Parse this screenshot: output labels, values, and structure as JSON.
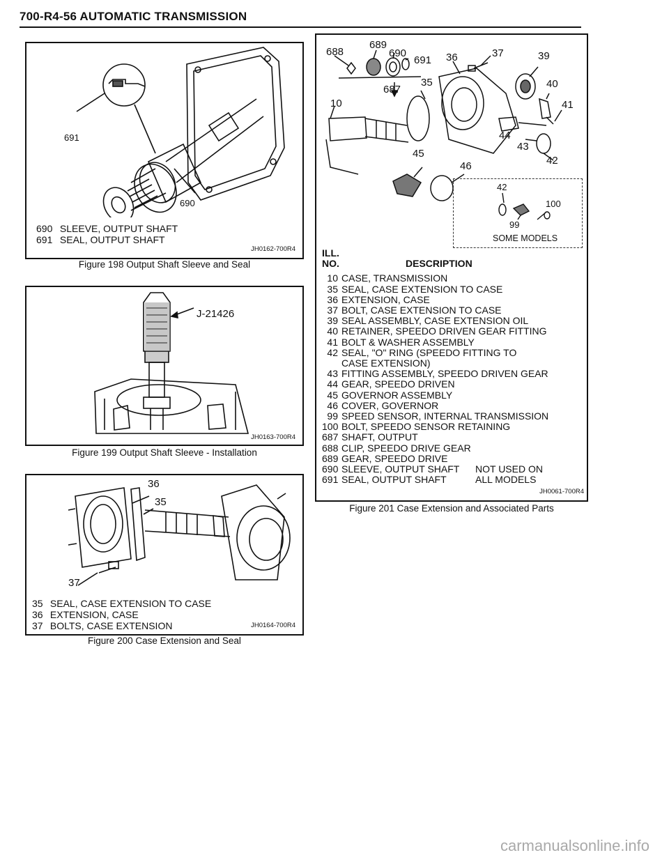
{
  "header": {
    "title": "700-R4-56 AUTOMATIC TRANSMISSION"
  },
  "fig198": {
    "labels": {
      "a": "691",
      "b": "690"
    },
    "legend": [
      {
        "num": "690",
        "text": "SLEEVE, OUTPUT SHAFT"
      },
      {
        "num": "691",
        "text": "SEAL, OUTPUT SHAFT"
      }
    ],
    "code": "JH0162-700R4",
    "caption": "Figure 198 Output Shaft Sleeve and Seal"
  },
  "fig199": {
    "tool": "J-21426",
    "code": "JH0163-700R4",
    "caption": "Figure 199 Output Shaft Sleeve - Installation"
  },
  "fig200": {
    "labels": {
      "a": "36",
      "b": "35",
      "c": "37"
    },
    "legend": [
      {
        "num": "35",
        "text": "SEAL, CASE EXTENSION TO CASE"
      },
      {
        "num": "36",
        "text": "EXTENSION, CASE"
      },
      {
        "num": "37",
        "text": "BOLTS, CASE EXTENSION"
      }
    ],
    "code": "JH0164-700R4",
    "caption": "Figure 200 Case Extension and Seal"
  },
  "fig201": {
    "labels": {
      "l688": "688",
      "l689": "689",
      "l690": "690",
      "l691": "691",
      "l36": "36",
      "l37": "37",
      "l39": "39",
      "l35": "35",
      "l40": "40",
      "l10": "10",
      "l687": "687",
      "l41": "41",
      "l44": "44",
      "l43": "43",
      "l45": "45",
      "l46": "46",
      "l42": "42"
    },
    "inset": {
      "n42": "42",
      "n100": "100",
      "n99": "99",
      "note": "SOME MODELS"
    },
    "table_head": {
      "ill": "ILL.",
      "no": "NO.",
      "desc": "DESCRIPTION"
    },
    "rows": [
      {
        "num": "10",
        "text": "CASE, TRANSMISSION",
        "note": ""
      },
      {
        "num": "35",
        "text": "SEAL, CASE EXTENSION TO CASE",
        "note": ""
      },
      {
        "num": "36",
        "text": "EXTENSION, CASE",
        "note": ""
      },
      {
        "num": "37",
        "text": "BOLT, CASE EXTENSION TO CASE",
        "note": ""
      },
      {
        "num": "39",
        "text": "SEAL ASSEMBLY, CASE EXTENSION OIL",
        "note": ""
      },
      {
        "num": "40",
        "text": "RETAINER, SPEEDO DRIVEN GEAR FITTING",
        "note": ""
      },
      {
        "num": "41",
        "text": "BOLT & WASHER ASSEMBLY",
        "note": ""
      },
      {
        "num": "42",
        "text": "SEAL, \"O\" RING (SPEEDO FITTING TO",
        "note": ""
      },
      {
        "num": "",
        "text": "CASE EXTENSION)",
        "note": ""
      },
      {
        "num": "43",
        "text": "FITTING ASSEMBLY, SPEEDO DRIVEN GEAR",
        "note": ""
      },
      {
        "num": "44",
        "text": "GEAR, SPEEDO DRIVEN",
        "note": ""
      },
      {
        "num": "45",
        "text": "GOVERNOR ASSEMBLY",
        "note": ""
      },
      {
        "num": "46",
        "text": "COVER, GOVERNOR",
        "note": ""
      },
      {
        "num": "99",
        "text": "SPEED SENSOR, INTERNAL TRANSMISSION",
        "note": ""
      },
      {
        "num": "100",
        "text": "BOLT, SPEEDO SENSOR RETAINING",
        "note": ""
      },
      {
        "num": "687",
        "text": "SHAFT, OUTPUT",
        "note": ""
      },
      {
        "num": "688",
        "text": "CLIP, SPEEDO DRIVE GEAR",
        "note": ""
      },
      {
        "num": "689",
        "text": "GEAR, SPEEDO DRIVE",
        "note": ""
      },
      {
        "num": "690",
        "text": "SLEEVE, OUTPUT SHAFT",
        "note": "NOT USED ON"
      },
      {
        "num": "691",
        "text": "SEAL, OUTPUT SHAFT",
        "note": "ALL MODELS"
      }
    ],
    "code": "JH0061-700R4",
    "caption": "Figure 201 Case Extension and Associated Parts"
  },
  "watermark": "carmanualsonline.info"
}
